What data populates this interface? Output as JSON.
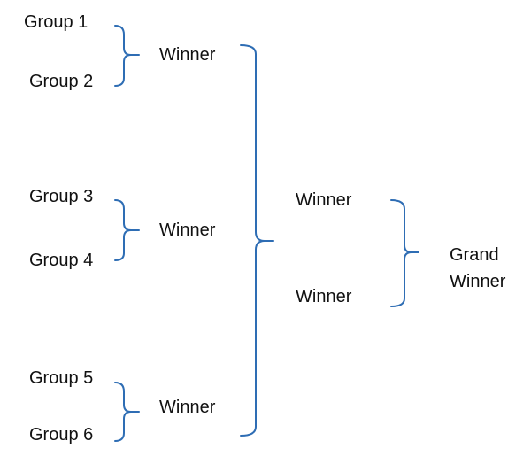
{
  "groups": [
    {
      "label": "Group 1"
    },
    {
      "label": "Group 2"
    },
    {
      "label": "Group 3"
    },
    {
      "label": "Group 4"
    },
    {
      "label": "Group 5"
    },
    {
      "label": "Group 6"
    }
  ],
  "round1_winners": [
    {
      "label": "Winner"
    },
    {
      "label": "Winner"
    },
    {
      "label": "Winner"
    }
  ],
  "round2_winners": [
    {
      "label": "Winner"
    },
    {
      "label": "Winner"
    }
  ],
  "final": {
    "line1": "Grand",
    "line2": "Winner"
  },
  "colors": {
    "bracket": "#2e6db4",
    "text": "#111111"
  }
}
